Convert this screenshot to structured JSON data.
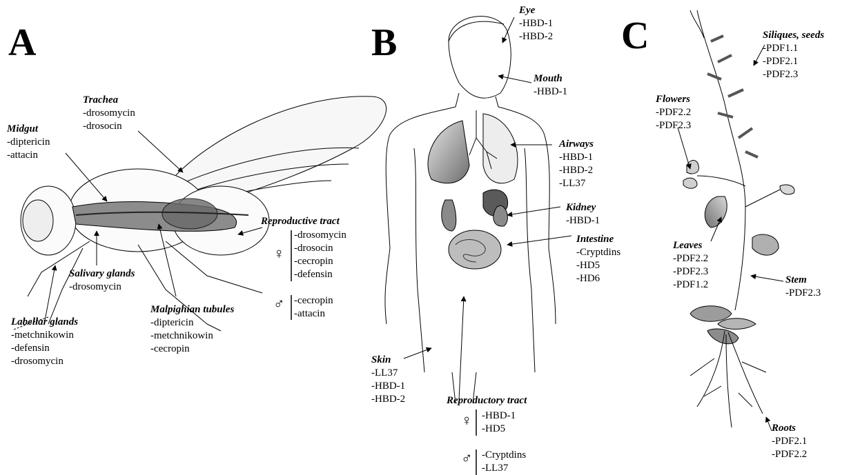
{
  "panels": {
    "A": {
      "letter": "A",
      "labels": {
        "trachea": {
          "title": "Trachea",
          "items": [
            "-drosomycin",
            "-drosocin"
          ]
        },
        "midgut": {
          "title": "Midgut",
          "items": [
            "-diptericin",
            "-attacin"
          ]
        },
        "reproductive": {
          "title": "Reproductive tract"
        },
        "female": {
          "symbol": "♀",
          "items": [
            "-drosomycin",
            "-drosocin",
            "-cecropin",
            "-defensin"
          ]
        },
        "male": {
          "symbol": "♂",
          "items": [
            "-cecropin",
            "-attacin"
          ]
        },
        "salivary": {
          "title": "Salivary glands",
          "items": [
            "-drosomycin"
          ]
        },
        "malpighian": {
          "title": "Malpighian tubules",
          "items": [
            "-diptericin",
            "-metchnikowin",
            "-cecropin"
          ]
        },
        "labellar": {
          "title": "Labellar glands",
          "items": [
            "-metchnikowin",
            "-defensin",
            "-drosomycin"
          ]
        }
      }
    },
    "B": {
      "letter": "B",
      "labels": {
        "eye": {
          "title": "Eye",
          "items": [
            "-HBD-1",
            "-HBD-2"
          ]
        },
        "mouth": {
          "title": "Mouth",
          "items": [
            "-HBD-1"
          ]
        },
        "airways": {
          "title": "Airways",
          "items": [
            "-HBD-1",
            "-HBD-2",
            "-LL37"
          ]
        },
        "kidney": {
          "title": "Kidney",
          "items": [
            "-HBD-1"
          ]
        },
        "intestine": {
          "title": "Intestine",
          "items": [
            "-Cryptdins",
            "-HD5",
            "-HD6"
          ]
        },
        "skin": {
          "title": "Skin",
          "items": [
            "-LL37",
            "-HBD-1",
            "-HBD-2"
          ]
        },
        "reproductory": {
          "title": "Reproductory tract"
        },
        "female": {
          "symbol": "♀",
          "items": [
            "-HBD-1",
            "-HD5"
          ]
        },
        "male": {
          "symbol": "♂",
          "items": [
            "-Cryptdins",
            "-LL37"
          ]
        }
      }
    },
    "C": {
      "letter": "C",
      "labels": {
        "siliques": {
          "title": "Siliques, seeds",
          "items": [
            "-PDF1.1",
            "-PDF2.1",
            "-PDF2.3"
          ]
        },
        "flowers": {
          "title": "Flowers",
          "items": [
            "-PDF2.2",
            "-PDF2.3"
          ]
        },
        "leaves": {
          "title": "Leaves",
          "items": [
            "-PDF2.2",
            "-PDF2.3",
            "-PDF1.2"
          ]
        },
        "stem": {
          "title": "Stem",
          "items": [
            "-PDF2.3"
          ]
        },
        "roots": {
          "title": "Roots",
          "items": [
            "-PDF2.1",
            "-PDF2.2"
          ]
        }
      }
    }
  },
  "colors": {
    "ink": "#000000",
    "organ_dark": "#6a6a6a",
    "organ_mid": "#9a9a9a",
    "organ_light": "#c8c8c8"
  }
}
